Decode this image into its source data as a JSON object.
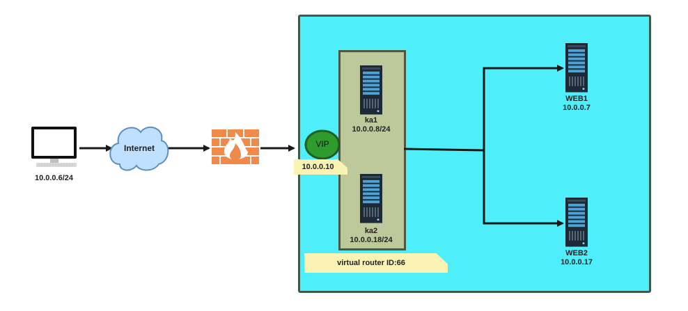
{
  "colors": {
    "network_zone": "#4eeefb",
    "zone_border": "#3c5a4a",
    "cluster_box": "#bdc99a",
    "cluster_border": "#4e5740",
    "vip": "#2e9b2e",
    "note": "#fbf3b4",
    "connector": "#1a1a1a",
    "server": "#1d2a36",
    "server_light": "#4aa3d9",
    "firewall": "#f08a4b",
    "cloud": "#bfe0ff"
  },
  "nodes": {
    "client": {
      "icon": "desktop-monitor-icon",
      "label": "10.0.0.6/24"
    },
    "internet": {
      "icon": "cloud-icon",
      "label": "Internet"
    },
    "firewall": {
      "icon": "firewall-icon"
    },
    "vip": {
      "label": "VIP"
    },
    "ka1": {
      "icon": "server-icon",
      "name": "ka1",
      "ip": "10.0.0.8/24"
    },
    "ka2": {
      "icon": "server-icon",
      "name": "ka2",
      "ip": "10.0.0.18/24"
    },
    "web1": {
      "icon": "server-icon",
      "name": "WEB1",
      "ip": "10.0.0.7"
    },
    "web2": {
      "icon": "server-icon",
      "name": "WEB2",
      "ip": "10.0.0.17"
    }
  },
  "notes": {
    "vip_address": "10.0.0.10",
    "virtual_router": "virtual router ID:66"
  }
}
